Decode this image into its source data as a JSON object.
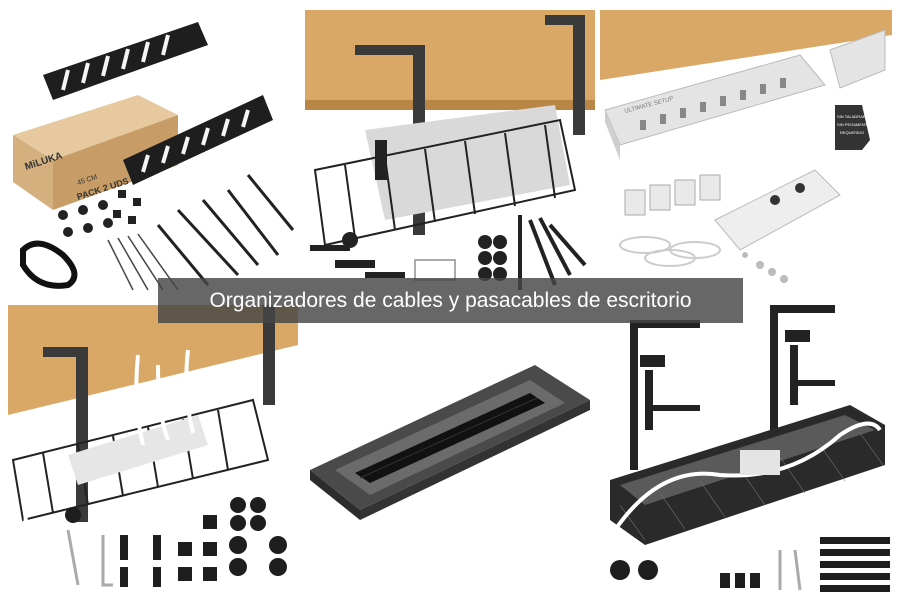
{
  "caption": "Organizadores de cables y pasacables de escritorio",
  "box_text": {
    "brand": "MiLUKA",
    "size": "45 CM",
    "pack": "PACK 2 UDS"
  },
  "tag_text": {
    "line1": "SIN TALADRAR",
    "line2": "SIN PEGAMENTO",
    "line3": "REQUERIDO"
  },
  "tray_text": "ULTIMATE SETUP",
  "colors": {
    "wood": "#d9a766",
    "metal_black": "#1e1e1e",
    "tray_white": "#f2f2f2",
    "caption_bg": "#464646"
  }
}
